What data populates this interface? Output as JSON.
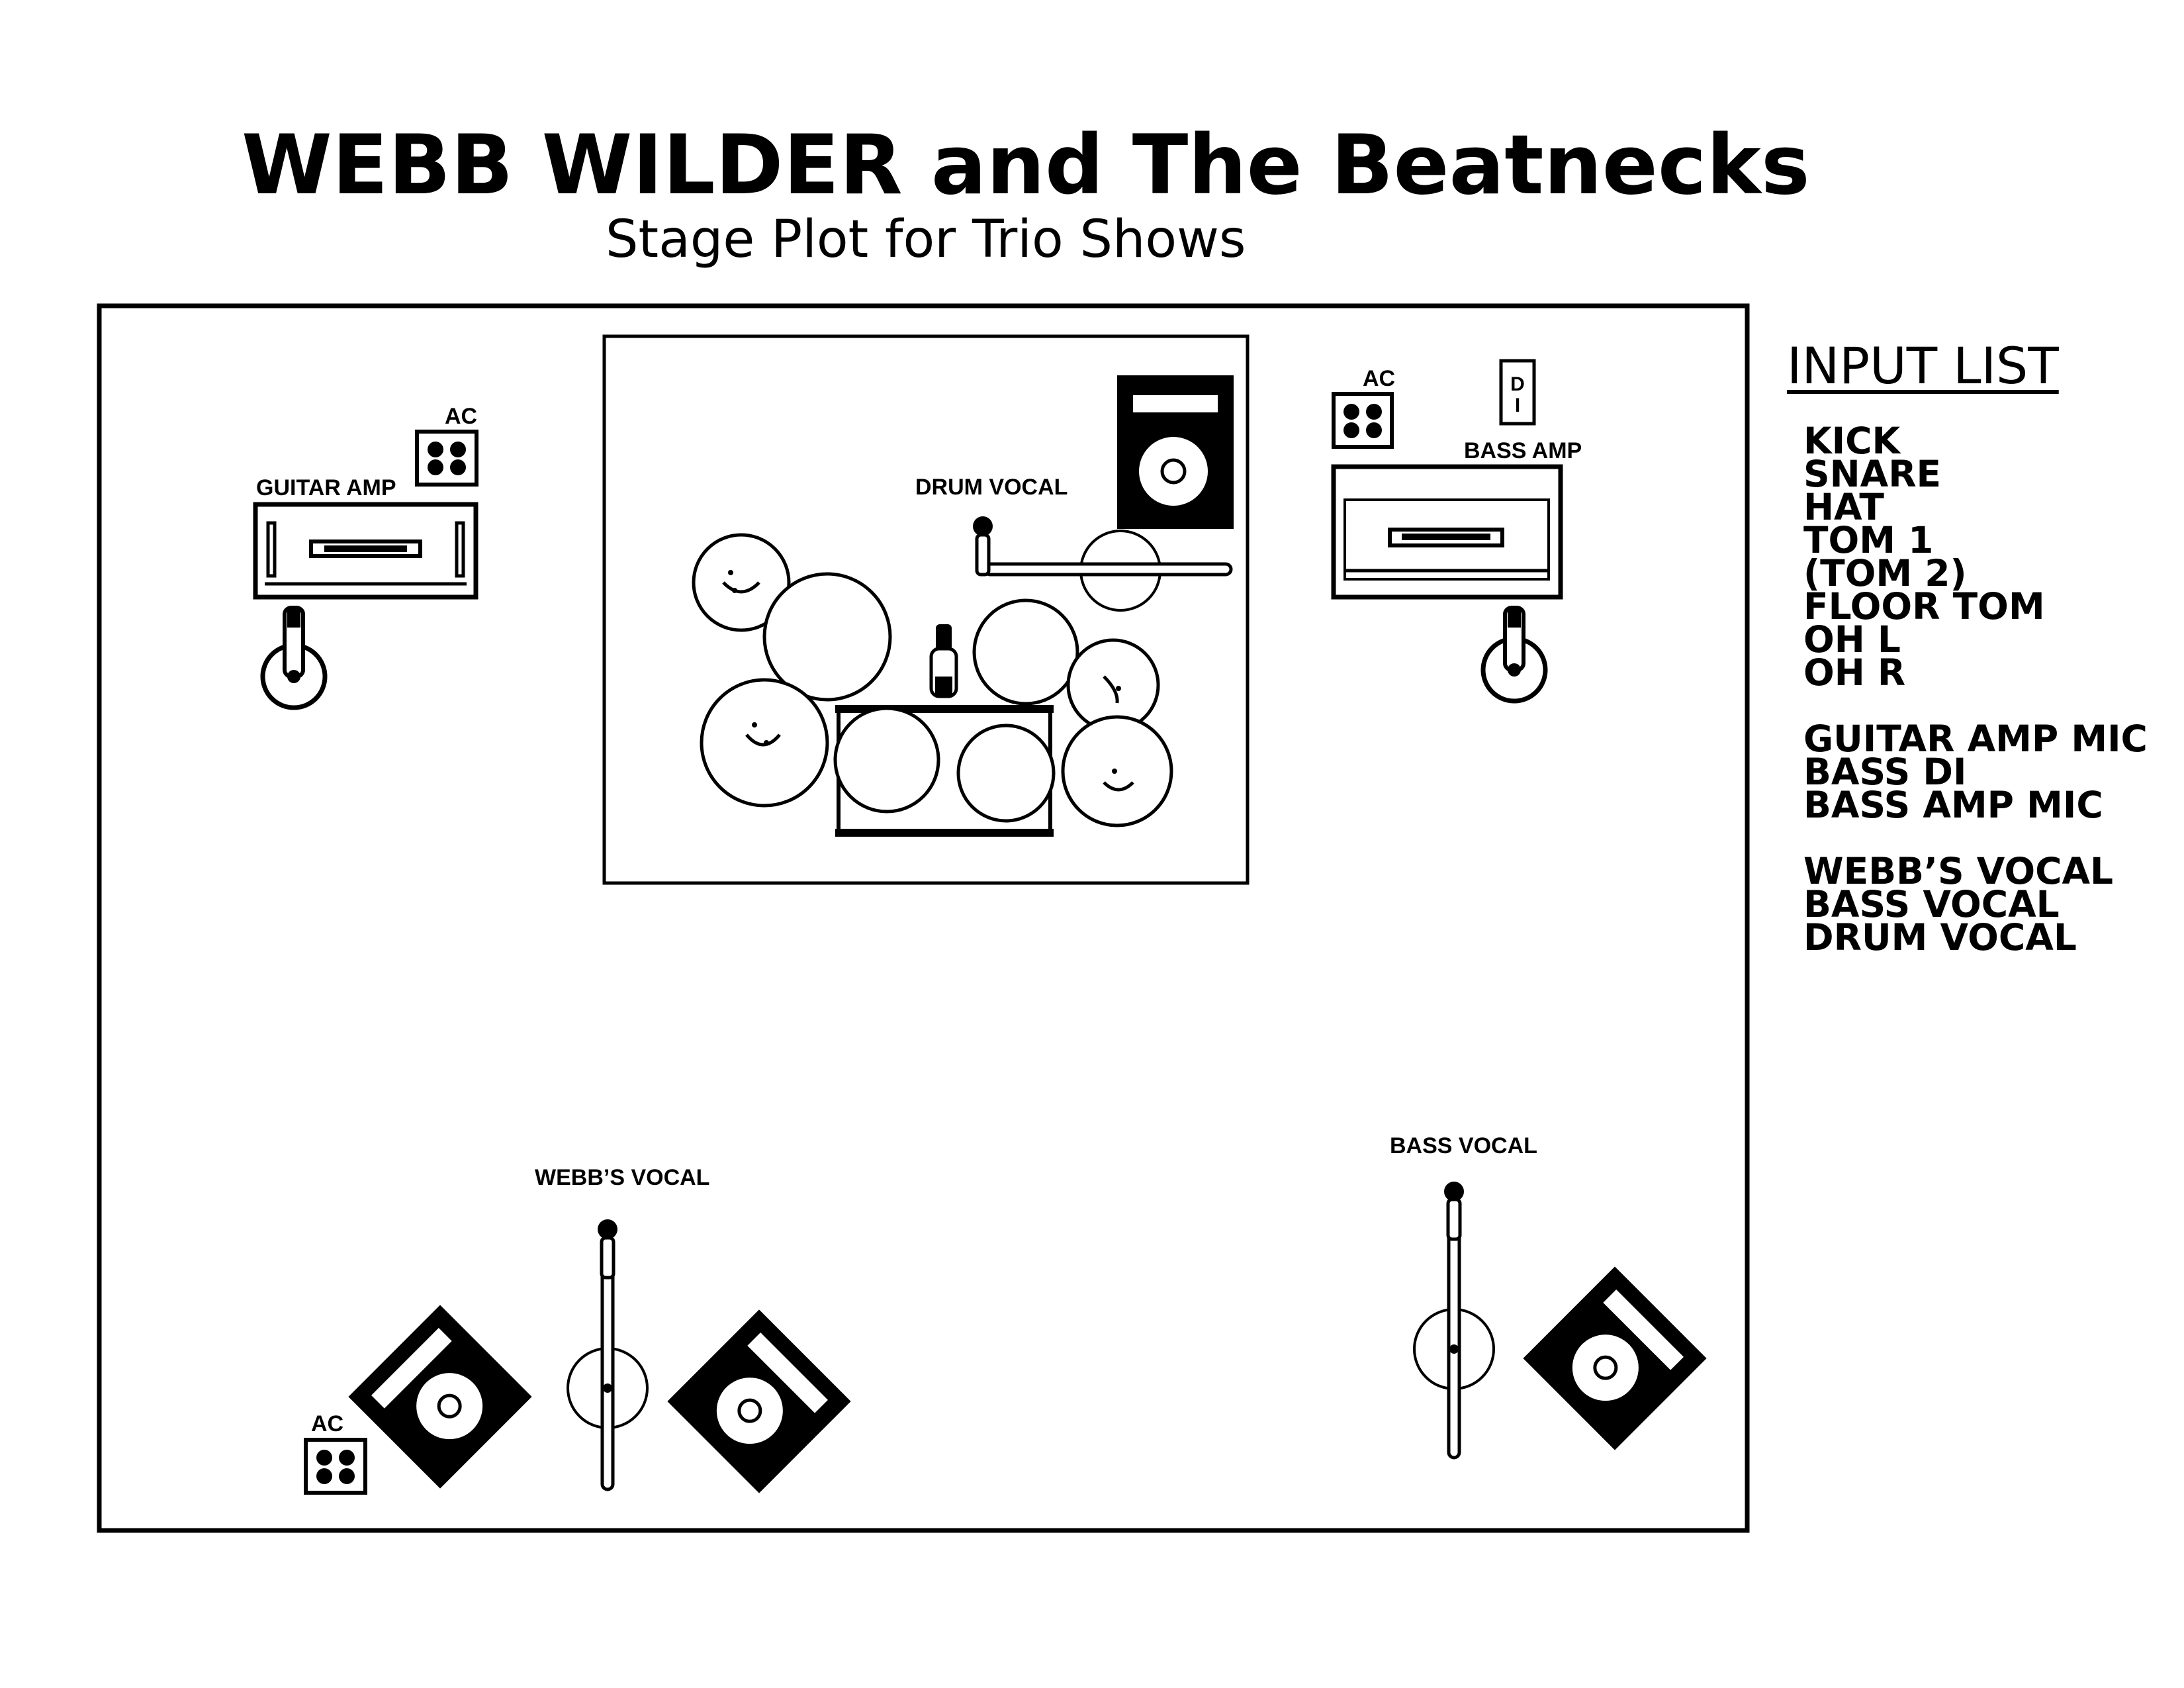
{
  "header": {
    "title": "WEBB WILDER and The Beatnecks",
    "subtitle": "Stage Plot for Trio Shows"
  },
  "stage_labels": {
    "guitar_amp": "GUITAR AMP",
    "ac_guitar": "AC",
    "drum_vocal": "DRUM VOCAL",
    "ac_bass": "AC",
    "di": "D I",
    "bass_amp": "BASS AMP",
    "webbs_vocal": "WEBB’S VOCAL",
    "bass_vocal": "BASS VOCAL",
    "ac_front": "AC"
  },
  "input_list": {
    "heading": "INPUT LIST",
    "groups": [
      [
        "KICK",
        "SNARE",
        "HAT",
        "TOM 1",
        "(TOM 2)",
        "FLOOR TOM",
        "OH L",
        "OH R"
      ],
      [
        "GUITAR AMP MIC",
        "BASS DI",
        "BASS AMP MIC"
      ],
      [
        "WEBB’S VOCAL",
        "BASS VOCAL",
        "DRUM VOCAL"
      ]
    ]
  }
}
